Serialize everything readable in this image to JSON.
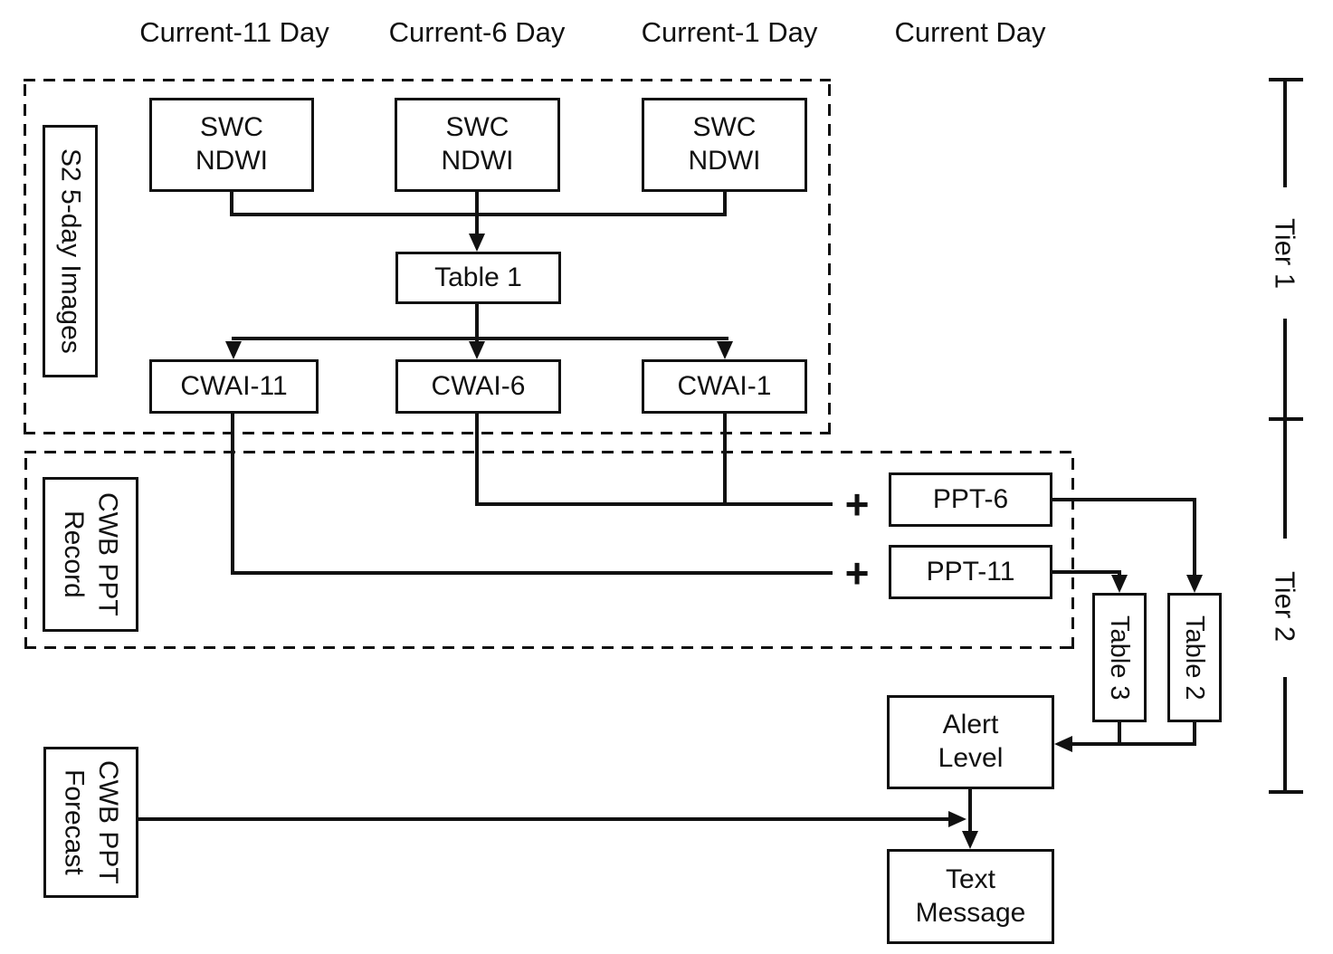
{
  "colors": {
    "ink": "#111111",
    "background": "#ffffff"
  },
  "header": {
    "col1": "Current-11 Day",
    "col2": "Current-6 Day",
    "col3": "Current-1 Day",
    "col4": "Current Day"
  },
  "tier1": {
    "group_label": "S2 5-day Images",
    "swc1": {
      "line1": "SWC",
      "line2": "NDWI"
    },
    "swc2": {
      "line1": "SWC",
      "line2": "NDWI"
    },
    "swc3": {
      "line1": "SWC",
      "line2": "NDWI"
    },
    "table1": "Table 1",
    "cwai11": "CWAI-11",
    "cwai6": "CWAI-6",
    "cwai1": "CWAI-1",
    "bracket_label": "Tier 1"
  },
  "tier2": {
    "group_label": {
      "line1": "CWB PPT",
      "line2": "Record"
    },
    "plus6": "+",
    "plus11": "+",
    "ppt6": "PPT-6",
    "ppt11": "PPT-11",
    "table3": "Table 3",
    "table2": "Table 2",
    "alert": {
      "line1": "Alert",
      "line2": "Level"
    },
    "bracket_label": "Tier 2"
  },
  "forecast": {
    "group_label": {
      "line1": "CWB PPT",
      "line2": "Forecast"
    }
  },
  "output": {
    "text_message": {
      "line1": "Text",
      "line2": "Message"
    }
  }
}
